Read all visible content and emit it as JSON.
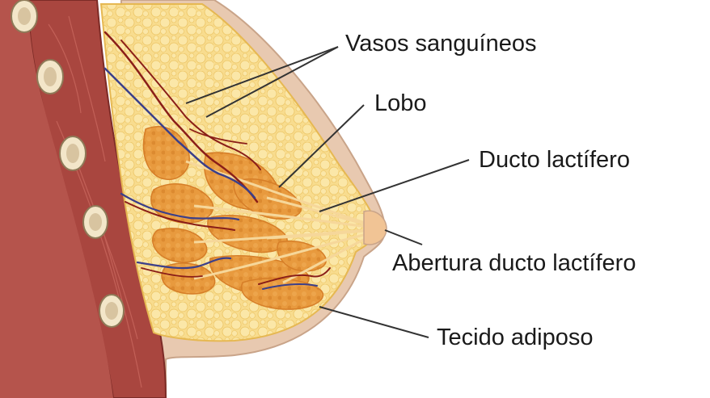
{
  "labels": {
    "vasos": "Vasos sanguíneos",
    "lobo": "Lobo",
    "ducto": "Ducto lactífero",
    "abertura": "Abertura ducto lactífero",
    "tecido": "Tecido adiposo"
  },
  "colors": {
    "skin": "#e8c9b0",
    "skin_edge": "#c9a489",
    "muscle": "#a9463f",
    "ribs": "#f3e6c9",
    "fat": "#f8dc8e",
    "fat_edge": "#e6b852",
    "lobe": "#e89a3e",
    "lobe_dark": "#d67e28",
    "artery": "#8a1e18",
    "vein": "#3b3f8a",
    "leader_line": "#333333"
  }
}
